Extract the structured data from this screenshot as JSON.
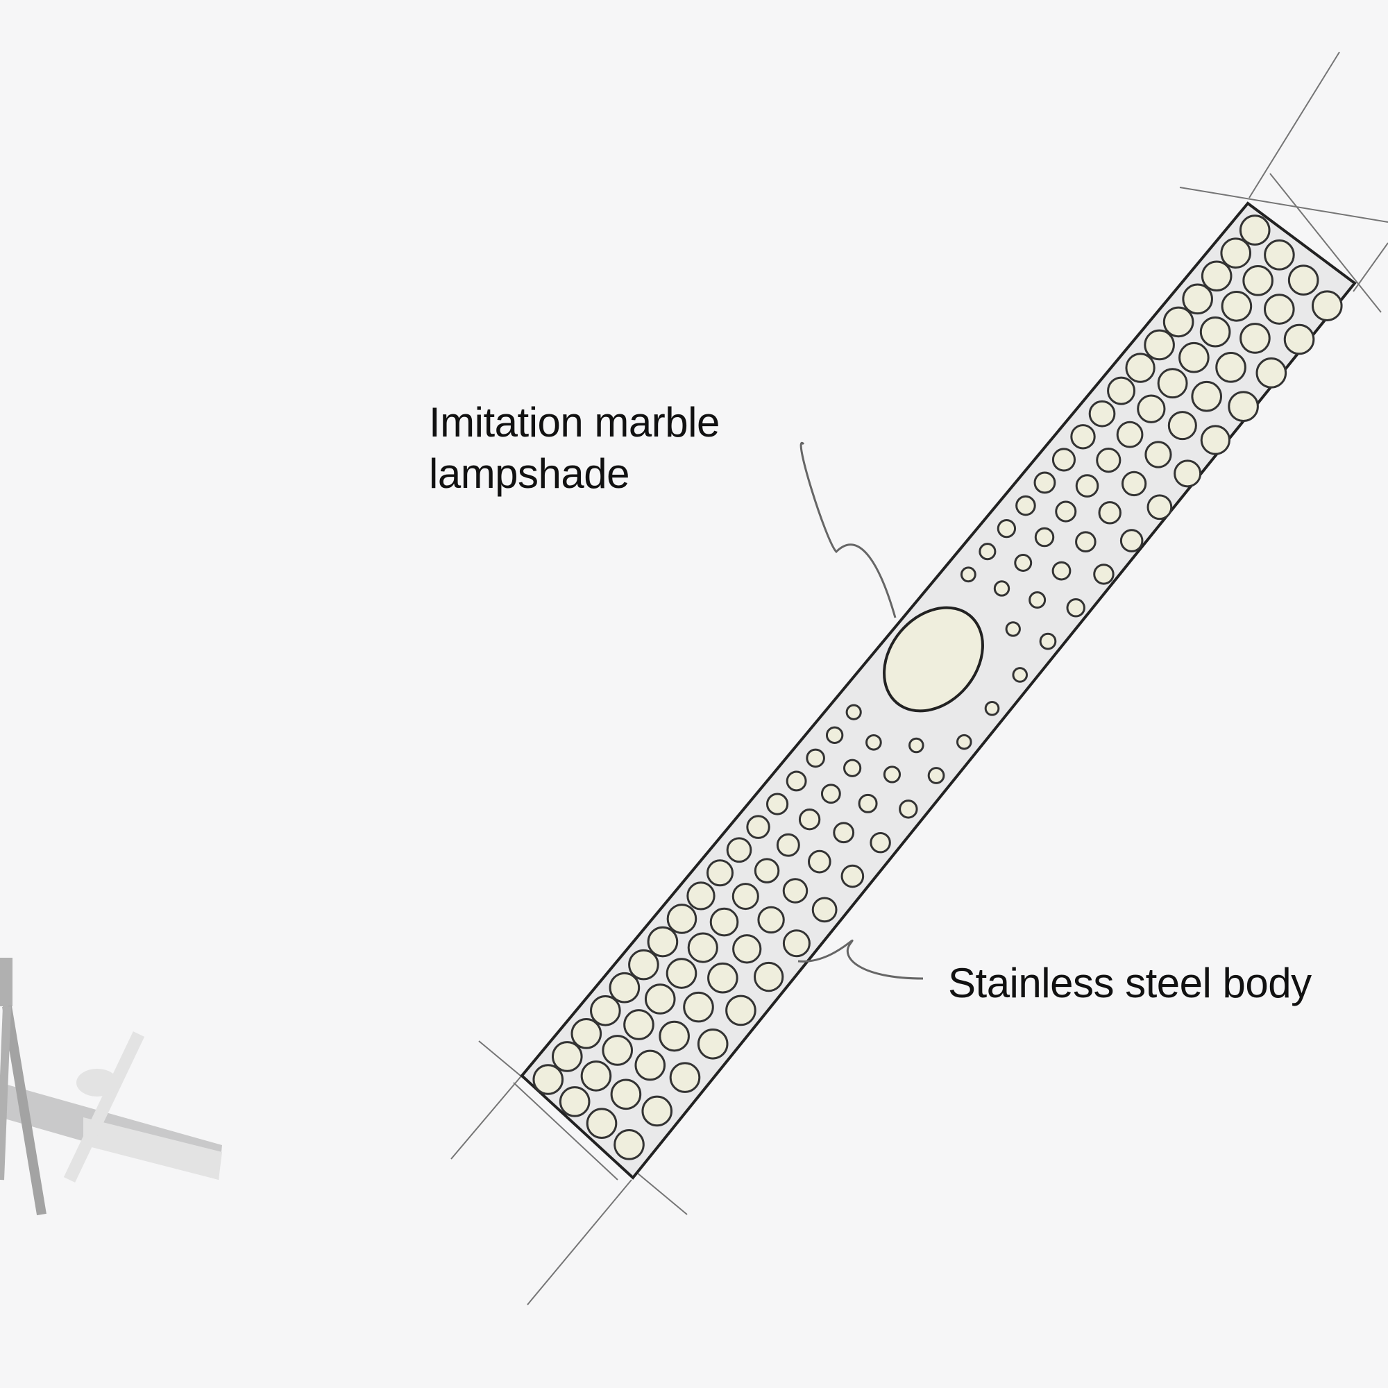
{
  "annotations": {
    "lampshade_line1": "Imitation marble",
    "lampshade_line2": "lampshade",
    "body": "Stainless steel body"
  },
  "colors": {
    "background": "#f6f6f7",
    "outline": "#222222",
    "bead_fill": "#efeedd",
    "construction_line": "#555555"
  }
}
